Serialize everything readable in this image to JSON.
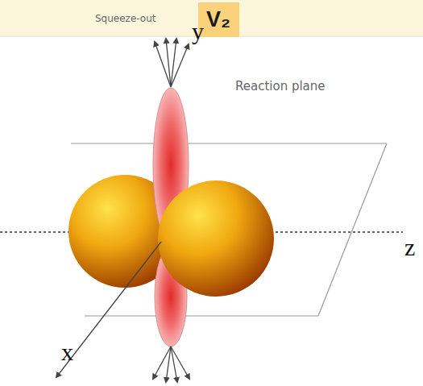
{
  "diagram": {
    "nodes": [
      {
        "text": [
          "V₂"
        ]
      }
    ],
    "labels": [
      "Squeeze-out",
      "y",
      "Reaction plane",
      "z",
      "x"
    ]
  }
}
